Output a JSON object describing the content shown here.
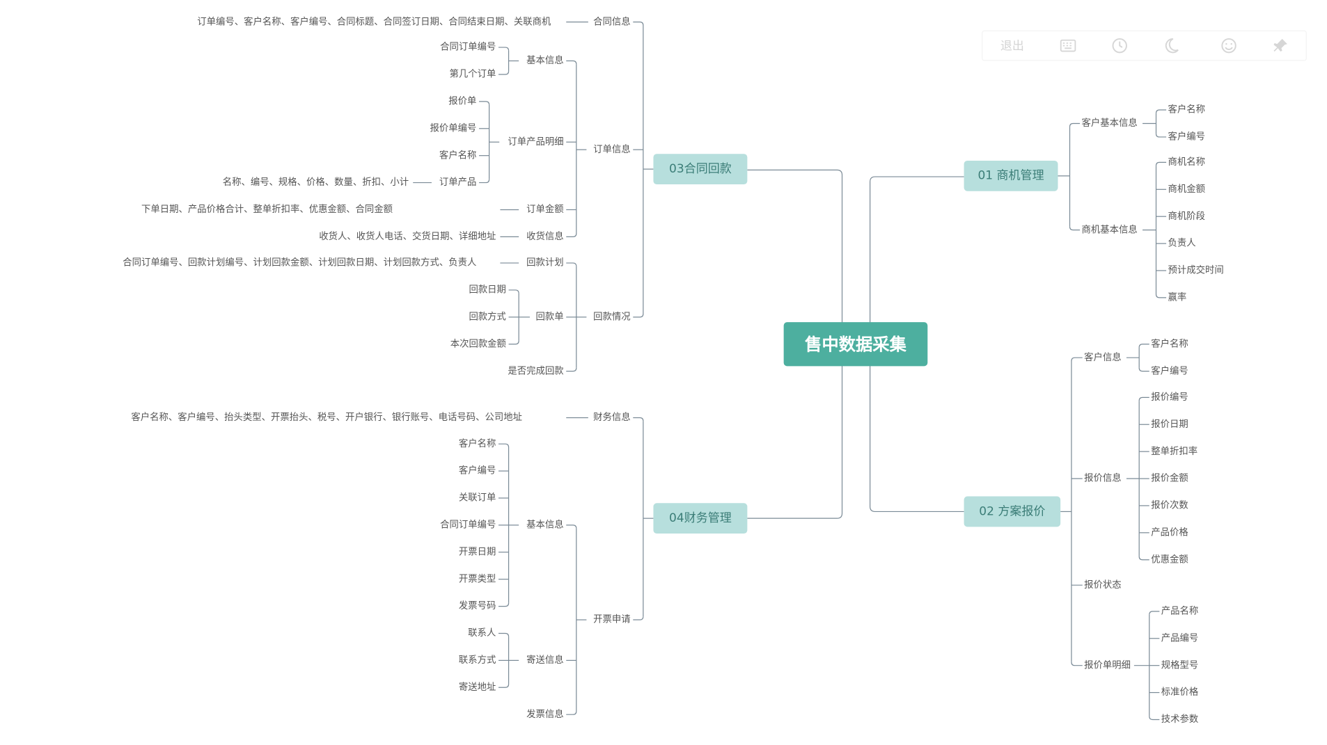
{
  "root": {
    "label": "售中数据采集"
  },
  "toolbar": {
    "exit_label": "退出",
    "icons": [
      "keyboard-icon",
      "clock-icon",
      "moon-icon",
      "smiley-icon",
      "pin-icon"
    ],
    "icon_color": "#d6d6d6"
  },
  "colors": {
    "root": "#4daf9f",
    "branch": "#b7dfdd",
    "branch_text": "#3b7d77",
    "line": "#7a8a96",
    "text": "#555555"
  },
  "branches": {
    "b01": {
      "label": "01 商机管理",
      "groups": [
        {
          "label": "客户基本信息",
          "items": [
            "客户名称",
            "客户编号"
          ]
        },
        {
          "label": "商机基本信息",
          "items": [
            "商机名称",
            "商机金额",
            "商机阶段",
            "负责人",
            "预计成交时间",
            "赢率"
          ]
        }
      ]
    },
    "b02": {
      "label": "02 方案报价",
      "groups": [
        {
          "label": "客户信息",
          "items": [
            "客户名称",
            "客户编号"
          ]
        },
        {
          "label": "报价信息",
          "items": [
            "报价编号",
            "报价日期",
            "整单折扣率",
            "报价金额",
            "报价次数",
            "产品价格",
            "优惠金额"
          ]
        },
        {
          "label": "报价状态",
          "items": []
        },
        {
          "label": "报价单明细",
          "items": [
            "产品名称",
            "产品编号",
            "规格型号",
            "标准价格",
            "技术参数"
          ]
        }
      ]
    },
    "b03": {
      "label": "03合同回款",
      "contract_info": {
        "label": "合同信息",
        "detail": "订单编号、客户名称、客户编号、合同标题、合同签订日期、合同结束日期、关联商机"
      },
      "order_info": {
        "label": "订单信息",
        "basic": {
          "label": "基本信息",
          "items": [
            "合同订单编号",
            "第几个订单"
          ]
        },
        "product_detail": {
          "label": "订单产品明细",
          "items": [
            "报价单",
            "报价单编号",
            "客户名称",
            "订单产品"
          ],
          "product_fields": "名称、编号、规格、价格、数量、折扣、小计"
        },
        "amount": {
          "label": "订单金额",
          "detail": "下单日期、产品价格合计、整单折扣率、优惠金额、合同金额"
        },
        "receiving": {
          "label": "收货信息",
          "detail": "收货人、收货人电话、交货日期、详细地址"
        }
      },
      "payment": {
        "label": "回款情况",
        "plan": {
          "label": "回款计划",
          "detail": "合同订单编号、回款计划编号、计划回款金额、计划回款日期、计划回款方式、负责人"
        },
        "receipt": {
          "label": "回款单",
          "items": [
            "回款日期",
            "回款方式",
            "本次回款金额"
          ]
        },
        "completed": {
          "label": "是否完成回款"
        }
      }
    },
    "b04": {
      "label": "04财务管理",
      "finance_info": {
        "label": "财务信息",
        "detail": "客户名称、客户编号、抬头类型、开票抬头、税号、开户银行、银行账号、电话号码、公司地址"
      },
      "invoice_request": {
        "label": "开票申请",
        "basic": {
          "label": "基本信息",
          "items": [
            "客户名称",
            "客户编号",
            "关联订单",
            "合同订单编号",
            "开票日期",
            "开票类型",
            "发票号码"
          ]
        },
        "mailing": {
          "label": "寄送信息",
          "items": [
            "联系人",
            "联系方式",
            "寄送地址"
          ]
        },
        "invoice": {
          "label": "发票信息"
        }
      }
    }
  }
}
